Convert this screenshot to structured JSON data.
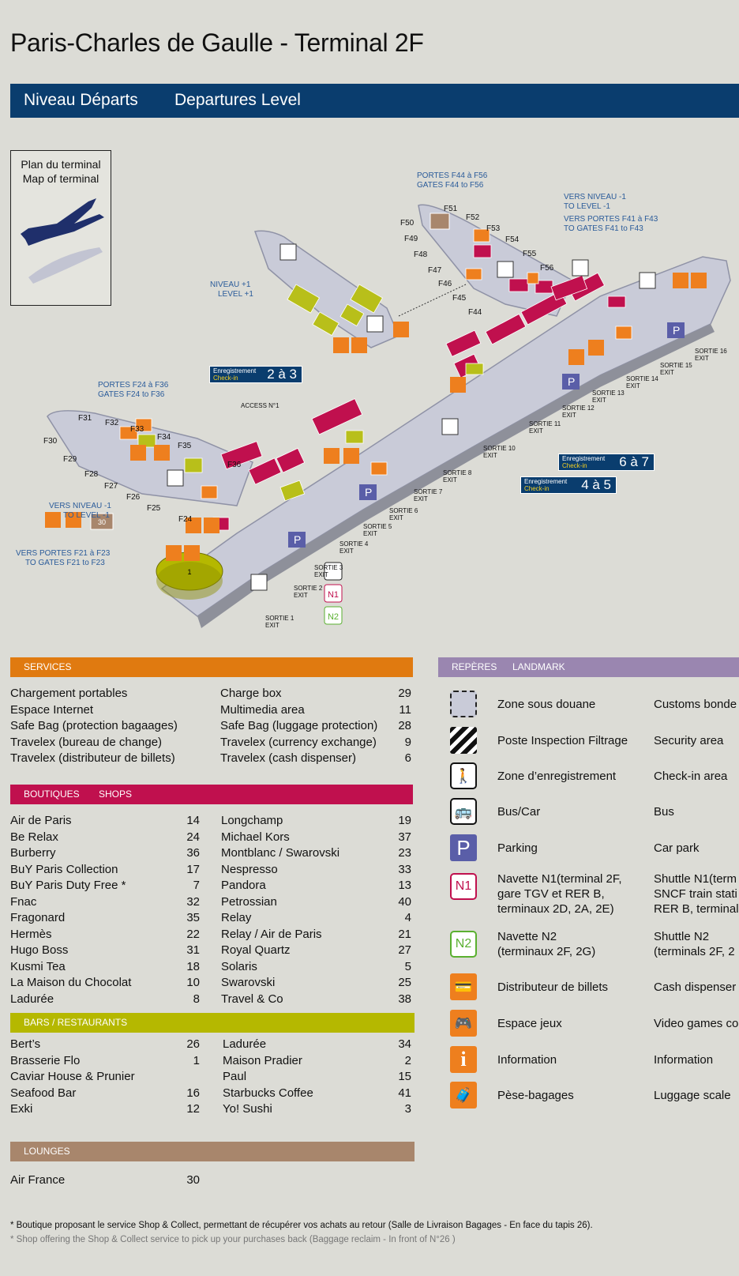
{
  "title": "Paris-Charles de Gaulle - Terminal 2F",
  "level_fr": "Niveau Départs",
  "level_en": "Departures Level",
  "minimap": {
    "fr": "Plan du terminal",
    "en": "Map of terminal"
  },
  "map_labels": {
    "gates_f44_fr": "PORTES F44 à F56",
    "gates_f44_en": "GATES F44 to F56",
    "level_m1_fr_r": "VERS NIVEAU -1",
    "level_m1_en_r": "TO LEVEL -1",
    "gates_f41_fr": "VERS PORTES F41 à F43",
    "gates_f41_en": "TO GATES F41 to F43",
    "level_p1_fr": "NIVEAU +1",
    "level_p1_en": "LEVEL +1",
    "gates_f24_fr": "PORTES F24 à F36",
    "gates_f24_en": "GATES F24 to F36",
    "access": "ACCESS N°1",
    "level_m1_fr_l": "VERS NIVEAU -1",
    "level_m1_en_l": "TO LEVEL -1",
    "gates_f21_fr": "VERS PORTES F21 à F23",
    "gates_f21_en": "TO GATES F21 to F23",
    "gates": [
      "F50",
      "F51",
      "F52",
      "F53",
      "F54",
      "F55",
      "F56",
      "F49",
      "F48",
      "F47",
      "F46",
      "F45",
      "F44",
      "F31",
      "F32",
      "F33",
      "F34",
      "F35",
      "F36",
      "F30",
      "F29",
      "F28",
      "F27",
      "F26",
      "F25",
      "F24"
    ],
    "exits": [
      {
        "fr": "SORTIE 1",
        "en": "EXIT"
      },
      {
        "fr": "SORTIE 2",
        "en": "EXIT"
      },
      {
        "fr": "SORTIE 3",
        "en": "EXIT"
      },
      {
        "fr": "SORTIE 4",
        "en": "EXIT"
      },
      {
        "fr": "SORTIE 5",
        "en": "EXIT"
      },
      {
        "fr": "SORTIE 6",
        "en": "EXIT"
      },
      {
        "fr": "SORTIE 7",
        "en": "EXIT"
      },
      {
        "fr": "SORTIE 8",
        "en": "EXIT"
      },
      {
        "fr": "SORTIE 10",
        "en": "EXIT"
      },
      {
        "fr": "SORTIE 11",
        "en": "EXIT"
      },
      {
        "fr": "SORTIE 12",
        "en": "EXIT"
      },
      {
        "fr": "SORTIE 13",
        "en": "EXIT"
      },
      {
        "fr": "SORTIE 14",
        "en": "EXIT"
      },
      {
        "fr": "SORTIE 15",
        "en": "EXIT"
      },
      {
        "fr": "SORTIE 16",
        "en": "EXIT"
      }
    ]
  },
  "checkin": [
    {
      "fr": "Enregistrement",
      "en": "Check-in",
      "range": "2 à 3"
    },
    {
      "fr": "Enregistrement",
      "en": "Check-in",
      "range": "6 à 7"
    },
    {
      "fr": "Enregistrement",
      "en": "Check-in",
      "range": "4 à 5"
    }
  ],
  "services": {
    "header": "SERVICES",
    "items": [
      {
        "fr": "Chargement portables",
        "en": "Charge box",
        "num": "29"
      },
      {
        "fr": "Espace Internet",
        "en": "Multimedia area",
        "num": "11"
      },
      {
        "fr": "Safe Bag (protection bagaages)",
        "en": "Safe Bag (luggage protection)",
        "num": "28"
      },
      {
        "fr": "Travelex (bureau de change)",
        "en": "Travelex (currency exchange)",
        "num": "9"
      },
      {
        "fr": "Travelex (distributeur de billets)",
        "en": "Travelex (cash dispenser)",
        "num": "6"
      }
    ]
  },
  "shops": {
    "header_fr": "BOUTIQUES",
    "header_en": "SHOPS",
    "left": [
      {
        "name": "Air de Paris",
        "num": "14"
      },
      {
        "name": "Be Relax",
        "num": "24"
      },
      {
        "name": "Burberry",
        "num": "36"
      },
      {
        "name": "BuY Paris Collection",
        "num": "17"
      },
      {
        "name": "BuY Paris Duty Free *",
        "num": "7"
      },
      {
        "name": "Fnac",
        "num": "32"
      },
      {
        "name": "Fragonard",
        "num": "35"
      },
      {
        "name": "Hermès",
        "num": "22"
      },
      {
        "name": "Hugo Boss",
        "num": "31"
      },
      {
        "name": "Kusmi Tea",
        "num": "18"
      },
      {
        "name": "La Maison du Chocolat",
        "num": "10"
      },
      {
        "name": "Ladurée",
        "num": "8"
      }
    ],
    "right": [
      {
        "name": "Longchamp",
        "num": "19"
      },
      {
        "name": "Michael Kors",
        "num": "37"
      },
      {
        "name": "Montblanc / Swarovski",
        "num": "23"
      },
      {
        "name": "Nespresso",
        "num": "33"
      },
      {
        "name": "Pandora",
        "num": "13"
      },
      {
        "name": "Petrossian",
        "num": "40"
      },
      {
        "name": "Relay",
        "num": "4"
      },
      {
        "name": "Relay / Air de Paris",
        "num": "21"
      },
      {
        "name": "Royal Quartz",
        "num": "27"
      },
      {
        "name": "Solaris",
        "num": "5"
      },
      {
        "name": "Swarovski",
        "num": "25"
      },
      {
        "name": "Travel & Co",
        "num": "38"
      }
    ]
  },
  "bars": {
    "header": "BARS / RESTAURANTS",
    "left": [
      {
        "name": "Bert’s",
        "num": "26"
      },
      {
        "name": "Brasserie Flo",
        "num": "1"
      },
      {
        "name": "Caviar House & Prunier",
        "num": ""
      },
      {
        "name": "Seafood Bar",
        "num": "16"
      },
      {
        "name": "Exki",
        "num": "12"
      }
    ],
    "right": [
      {
        "name": "Ladurée",
        "num": "34"
      },
      {
        "name": "Maison Pradier",
        "num": "2"
      },
      {
        "name": "Paul",
        "num": "15"
      },
      {
        "name": "Starbucks Coffee",
        "num": "41"
      },
      {
        "name": "Yo! Sushi",
        "num": "3"
      }
    ]
  },
  "lounges": {
    "header": "LOUNGES",
    "items": [
      {
        "name": "Air France",
        "num": "30"
      }
    ]
  },
  "landmark": {
    "header_fr": "REPÈRES",
    "header_en": "LANDMARK",
    "items": [
      {
        "icon": "customs-zone-icon",
        "fr": "Zone sous douane",
        "en": "Customs bonde"
      },
      {
        "icon": "security-stripes-icon",
        "fr": "Poste Inspection Filtrage",
        "en": "Security area"
      },
      {
        "icon": "check-in-icon",
        "fr": "Zone d’enregistrement",
        "en": "Check-in area"
      },
      {
        "icon": "bus-icon",
        "fr": "Bus/Car",
        "en": "Bus"
      },
      {
        "icon": "parking-icon",
        "fr": "Parking",
        "en": "Car park"
      },
      {
        "icon": "shuttle-n1-icon",
        "fr": "Navette N1(terminal 2F,\ngare TGV et RER B,\nterminaux 2D, 2A, 2E)",
        "en": "Shuttle N1(term\nSNCF train stati\nRER B, terminal"
      },
      {
        "icon": "shuttle-n2-icon",
        "fr": "Navette N2\n(terminaux 2F, 2G)",
        "en": "Shuttle N2\n(terminals 2F, 2"
      },
      {
        "icon": "cash-dispenser-icon",
        "fr": "Distributeur de billets",
        "en": "Cash dispenser"
      },
      {
        "icon": "gamepad-icon",
        "fr": "Espace jeux",
        "en": "Video games co"
      },
      {
        "icon": "info-icon",
        "fr": "Information",
        "en": "Information"
      },
      {
        "icon": "luggage-scale-icon",
        "fr": "Pèse-bagages",
        "en": "Luggage scale"
      }
    ]
  },
  "shuttle_labels": {
    "n1": "N1",
    "n2": "N2"
  },
  "footnote_fr": "* Boutique proposant le service Shop & Collect, permettant de récupérer vos achats au retour (Salle de Livraison Bagages - En face du tapis 26).",
  "footnote_en": "* Shop offering the Shop & Collect service to pick up your purchases back (Baggage reclaim - In front of N°26 )",
  "colors": {
    "navy": "#0a3d6e",
    "services": "#e07a10",
    "shops": "#c0104e",
    "bars": "#b5b800",
    "lounges": "#a8866c",
    "landmark": "#9a86b0",
    "orange": "#ee7f1e",
    "lime": "#b8bf1a"
  }
}
